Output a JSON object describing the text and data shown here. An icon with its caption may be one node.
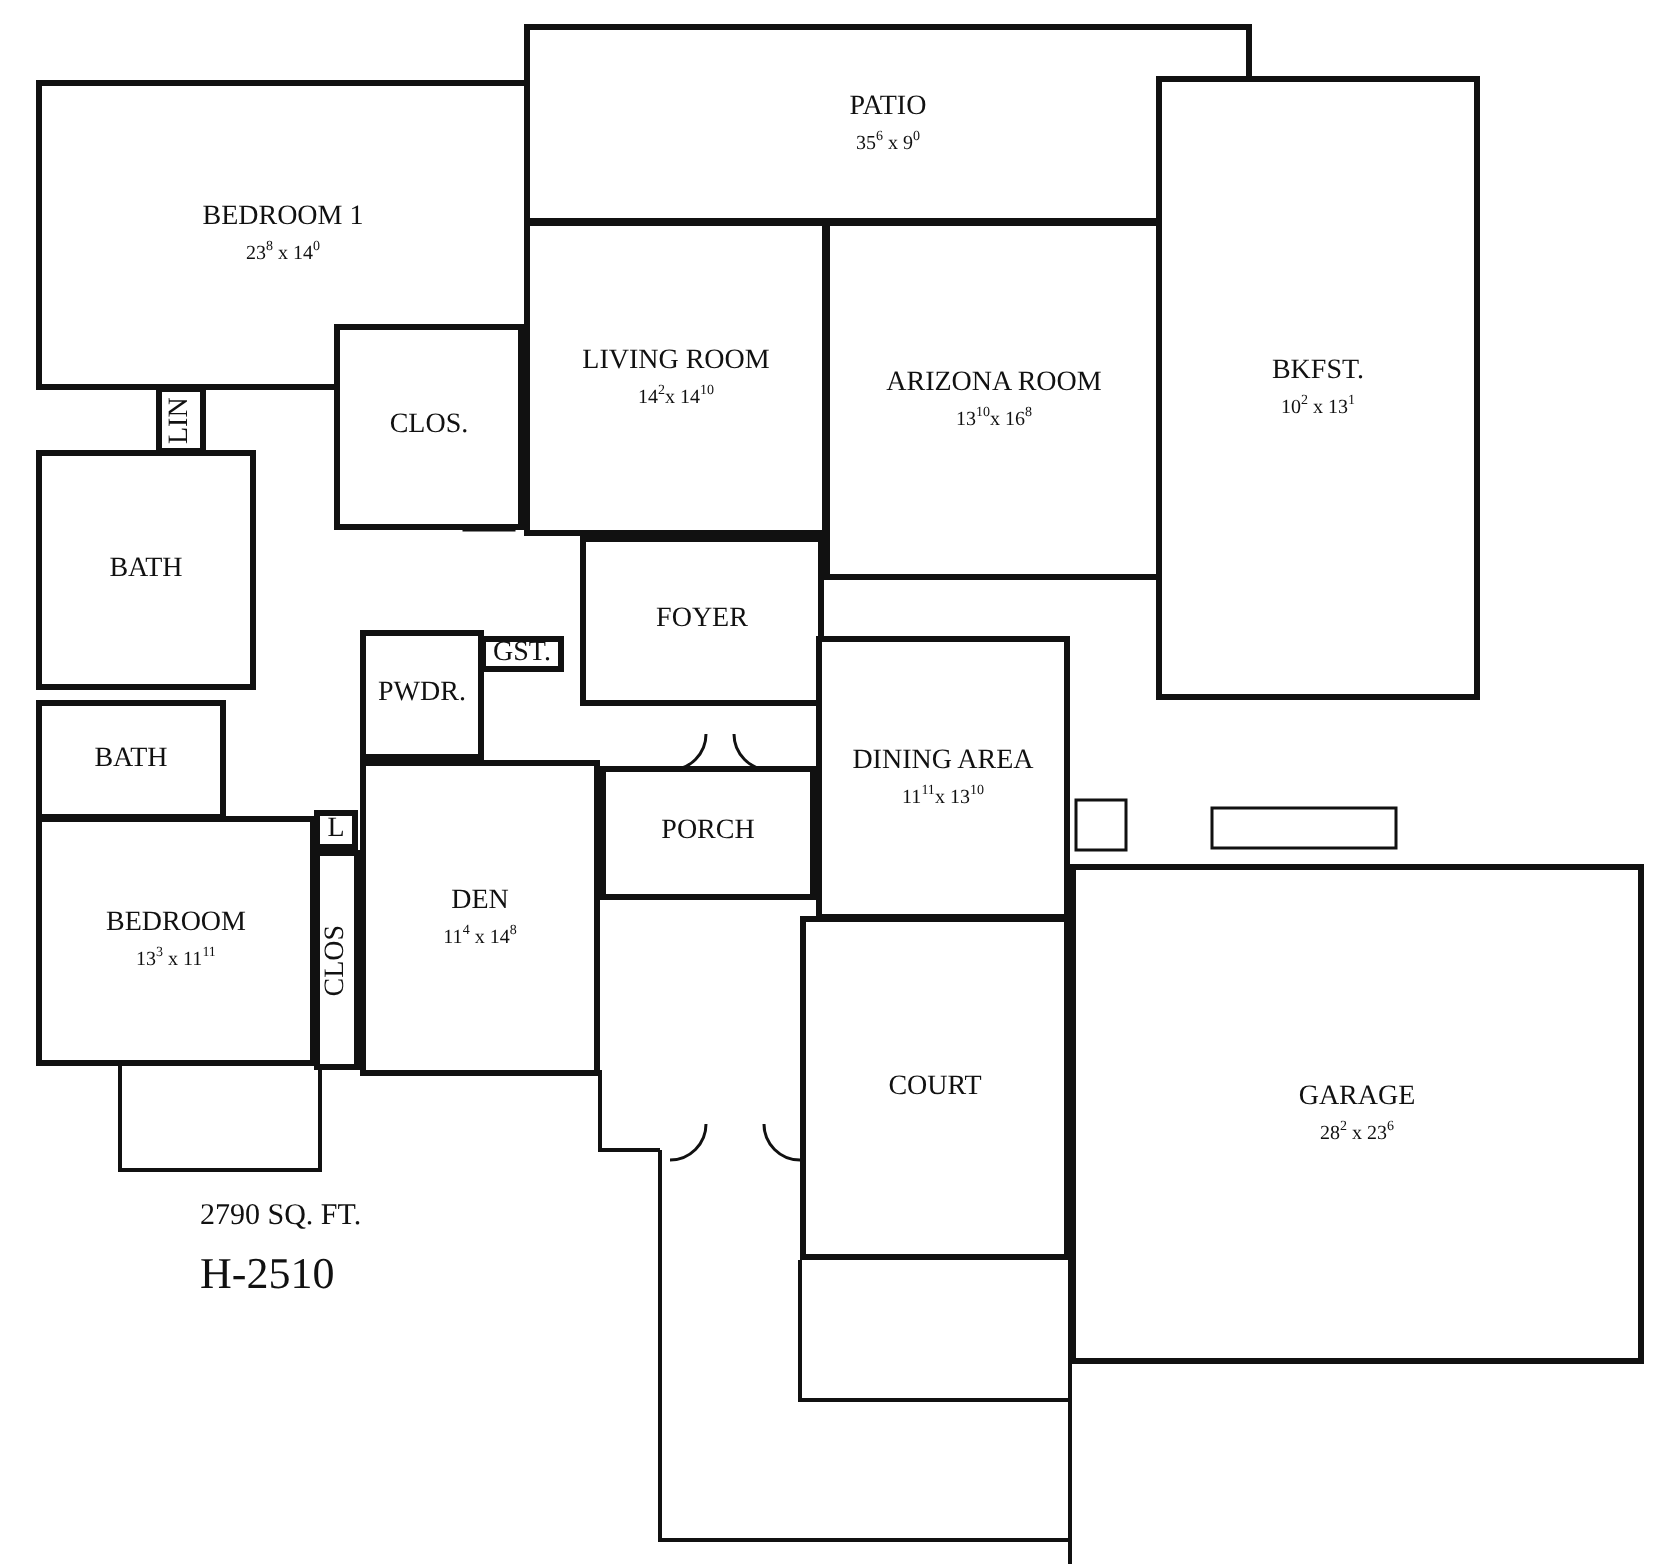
{
  "diagram": {
    "nodes": [
      {
        "text": [
          "BEDROOM 1",
          "23$^{8}$ x 14$^{0}$"
        ]
      },
      {
        "text": [
          "PATIO",
          "35$^{6}$ x 9$^{0}$"
        ]
      },
      {
        "text": [
          "LIVING ROOM",
          "14$^{2}$x 14$^{10}$"
        ]
      },
      {
        "text": [
          "ARIZONA ROOM",
          "13$^{10}$x 16$^{8}$"
        ]
      },
      {
        "text": [
          "BKFST.",
          "10$^{2}$ x 13$^{1}$"
        ]
      },
      {
        "text": [
          "CLOS."
        ]
      },
      {
        "text": [
          "LIN"
        ]
      },
      {
        "text": [
          "BATH"
        ]
      },
      {
        "text": [
          "FOYER"
        ]
      },
      {
        "text": [
          "GST."
        ]
      },
      {
        "text": [
          "PWDR."
        ]
      },
      {
        "text": [
          "BATH"
        ]
      },
      {
        "text": [
          "DINING AREA",
          "11$^{11}$x 13$^{10}$"
        ]
      },
      {
        "text": [
          "PORCH"
        ]
      },
      {
        "text": [
          "L"
        ]
      },
      {
        "text": [
          "BEDROOM",
          "13$^{3}$ x 11$^{11}$"
        ]
      },
      {
        "text": [
          "CLOS"
        ]
      },
      {
        "text": [
          "DEN",
          "11$^{4}$ x 14$^{8}$"
        ]
      },
      {
        "text": [
          "COURT"
        ]
      },
      {
        "text": [
          "GARAGE",
          "28$^{2}$ x 23$^{6}$"
        ]
      }
    ],
    "labels": [
      "2790 SQ. FT.",
      "H-2510"
    ]
  }
}
